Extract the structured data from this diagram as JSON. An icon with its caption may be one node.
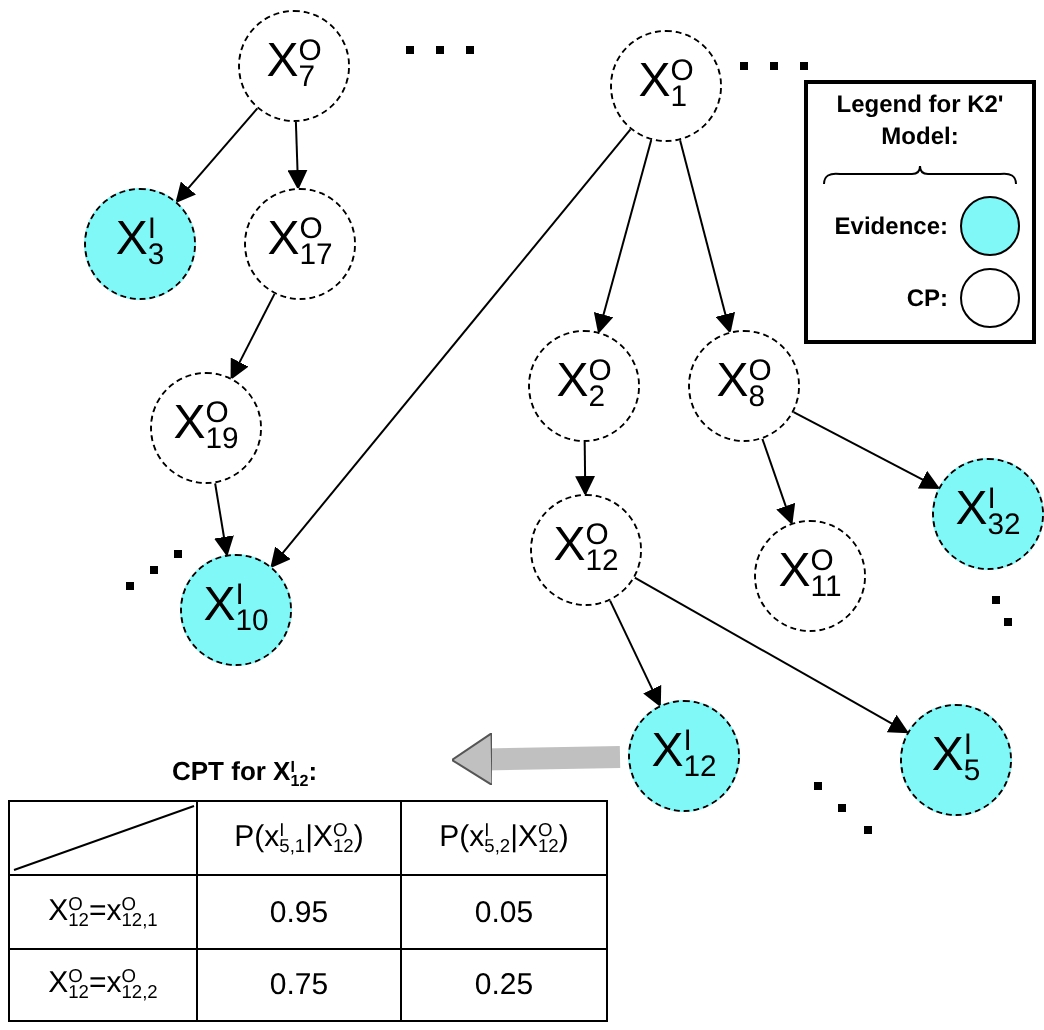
{
  "diagram": {
    "nodes": [
      {
        "text": [
          "X$^{O}$$_{7}$"
        ]
      },
      {
        "text": [
          "X$^{O}$$_{1}$"
        ]
      },
      {
        "text": [
          "X$^{I}$$_{3}$"
        ]
      },
      {
        "text": [
          "X$^{O}$$_{17}$"
        ]
      },
      {
        "text": [
          "X$^{O}$$_{2}$"
        ]
      },
      {
        "text": [
          "X$^{O}$$_{8}$"
        ]
      },
      {
        "text": [
          "X$^{O}$$_{19}$"
        ]
      },
      {
        "text": [
          "X$^{I}$$_{10}$"
        ]
      },
      {
        "text": [
          "X$^{I}$$_{32}$"
        ]
      },
      {
        "text": [
          "X$^{O}$$_{12}$"
        ]
      },
      {
        "text": [
          "X$^{O}$$_{11}$"
        ]
      },
      {
        "text": [
          "X$^{I}$$_{12}$"
        ]
      },
      {
        "text": [
          "X$^{I}$$_{5}$"
        ]
      },
      {
        "text": [
          "CPT for X$^{I}$$_{12}$:",
          "P(x$^{I}$$_{5,1}$|X$^{O}$$_{12}$)",
          "P(x$^{I}$$_{5,2}$|X$^{O}$$_{12}$)",
          "X$^{O}$$_{12}$=x$^{O}$$_{12,1}$",
          "0.95",
          "0.05",
          "X$^{O}$$_{12}$=x$^{O}$$_{12,2}$",
          "0.75",
          "0.25"
        ]
      }
    ],
    "edges": [
      {
        "from": 0,
        "to": 2,
        "arrow": "to"
      },
      {
        "from": 0,
        "to": 3,
        "arrow": "to"
      },
      {
        "from": 3,
        "to": 6,
        "arrow": "to"
      },
      {
        "from": 6,
        "to": 7,
        "arrow": "to"
      },
      {
        "from": 1,
        "to": 7,
        "arrow": "to"
      },
      {
        "from": 1,
        "to": 4,
        "arrow": "to"
      },
      {
        "from": 1,
        "to": 5,
        "arrow": "to"
      },
      {
        "from": 4,
        "to": 9,
        "arrow": "to"
      },
      {
        "from": 5,
        "to": 10,
        "arrow": "to"
      },
      {
        "from": 5,
        "to": 8,
        "arrow": "to"
      },
      {
        "from": 9,
        "to": 11,
        "arrow": "to"
      },
      {
        "from": 9,
        "to": 12,
        "arrow": "to"
      },
      {
        "from": 11,
        "to": 13,
        "arrow": "to",
        "style": "thick",
        "color": "#c0c0c0"
      }
    ],
    "labels": [
      "Legend for K2' Model:"
    ],
    "legend": [
      {
        "text": "Evidence:",
        "color": "#80f8f8"
      },
      {
        "text": "CP:",
        "color": "#ffffff"
      }
    ]
  }
}
